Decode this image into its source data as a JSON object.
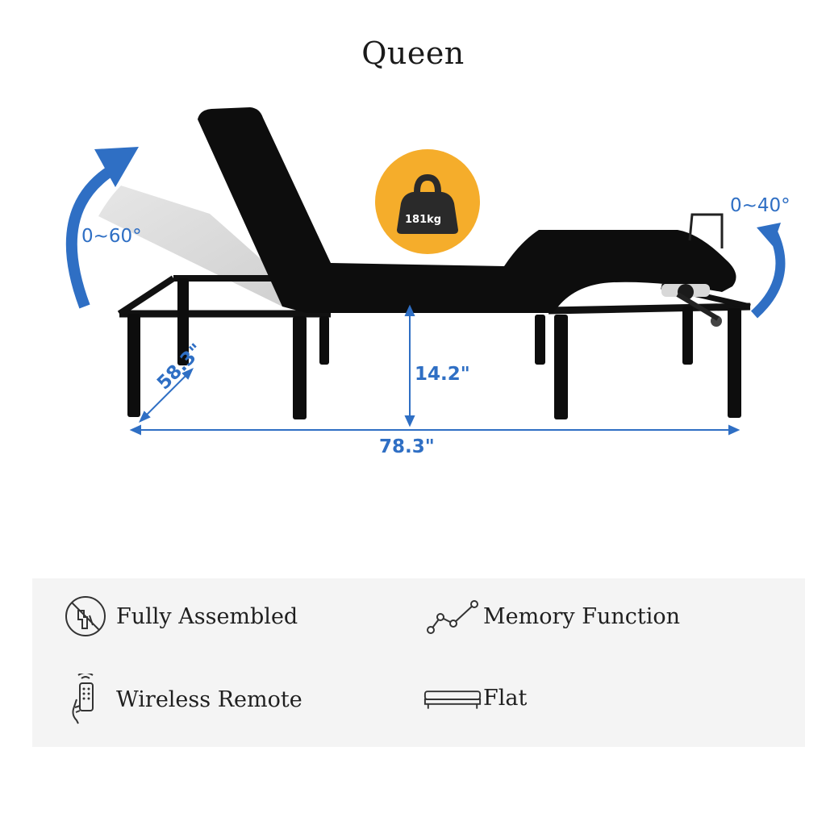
{
  "title": "Queen",
  "colors": {
    "accent_blue": "#2f6fc4",
    "bed_black": "#0d0d0d",
    "weight_badge": "#f5ad2b",
    "panel_bg": "#f4f4f4"
  },
  "diagram": {
    "head_angle": "0~60°",
    "foot_angle": "0~40°",
    "weight_capacity": "181kg",
    "width_dim": "58.3\"",
    "height_dim": "14.2\"",
    "length_dim": "78.3\""
  },
  "features": [
    {
      "label": "Fully Assembled",
      "icon": "no-tools-icon"
    },
    {
      "label": "Memory Function",
      "icon": "memory-graph-icon"
    },
    {
      "label": "Wireless Remote",
      "icon": "remote-hand-icon"
    },
    {
      "label": "Flat",
      "icon": "flat-bed-icon"
    }
  ]
}
